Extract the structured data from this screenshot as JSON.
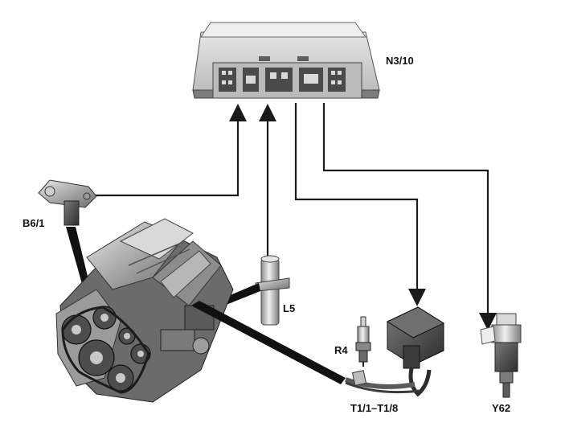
{
  "labels": {
    "control_unit": "N3/10",
    "camshaft_sensor": "B6/1",
    "crankshaft_sensor": "L5",
    "spark_plug": "R4",
    "ignition_coils": "T1/1–T1/8",
    "injector": "Y62"
  },
  "colors": {
    "wire": "#1a1a1a",
    "housing_light": "#d6d6d6",
    "housing_dark": "#8a8a8a",
    "background": "#ffffff"
  }
}
